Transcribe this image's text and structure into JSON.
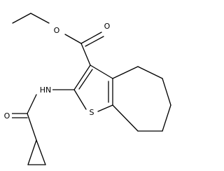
{
  "molecule": {
    "atom_labels": {
      "ester_carbonyl_oxygen": "O",
      "ester_ether_oxygen": "O",
      "amide_nitrogen": "HN",
      "thiophene_sulfur": "S",
      "amide_carbonyl_oxygen": "O"
    },
    "colors": {
      "bond": "#000000",
      "background": "#ffffff"
    }
  }
}
